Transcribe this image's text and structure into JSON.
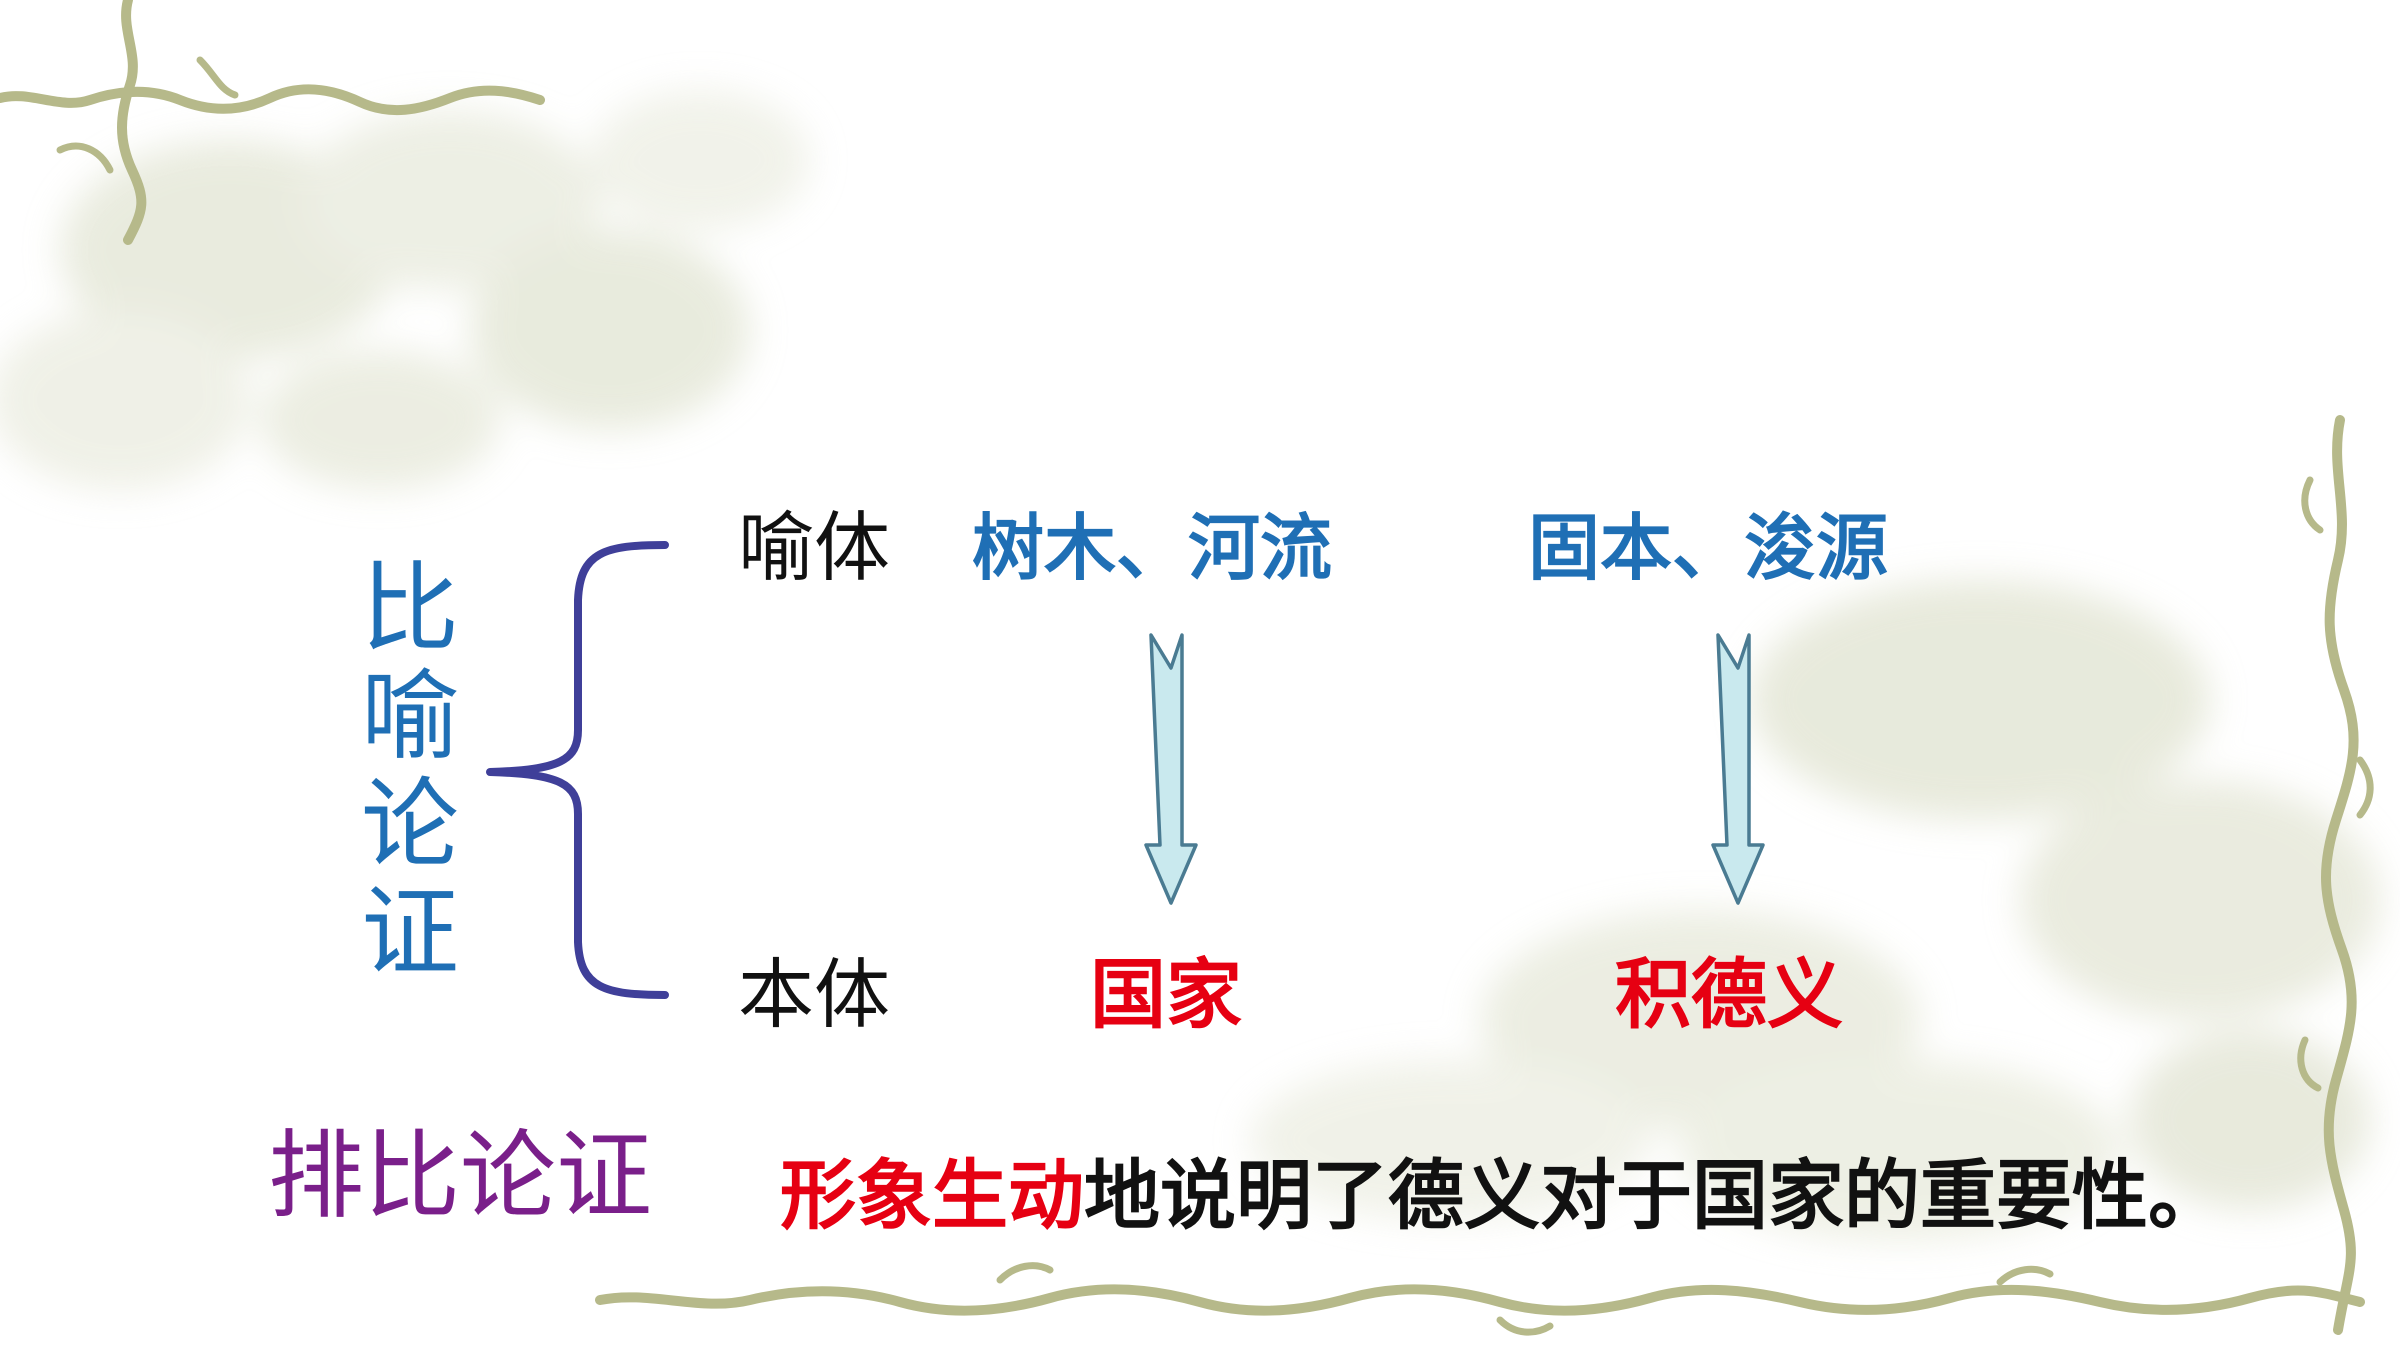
{
  "diagram": {
    "title_chars": [
      "比",
      "喻",
      "论",
      "证"
    ],
    "vehicle_label": "喻体",
    "tenor_label": "本体",
    "vehicles": [
      "树木、河流",
      "固本、浚源"
    ],
    "tenors": [
      "国家",
      "积德义"
    ],
    "parallel_label": "排比论证",
    "conclusion": {
      "highlight": "形象生动",
      "rest": "地说明了德义对于国家的重要性。"
    }
  },
  "colors": {
    "blue": "#1f6fb5",
    "red": "#e60012",
    "purple": "#7a1f8a",
    "brace": "#3f3f99",
    "arrow_fill": "#c9e9ee",
    "arrow_stroke": "#4a7b92",
    "vine": "#b6b98a"
  }
}
